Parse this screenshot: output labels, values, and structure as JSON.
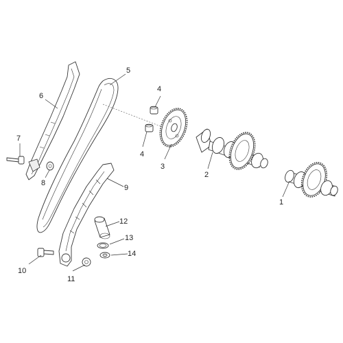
{
  "diagram": {
    "callouts": [
      {
        "id": "c1",
        "label": "1",
        "part": "camshaft-exhaust"
      },
      {
        "id": "c2",
        "label": "2",
        "part": "camshaft-intake"
      },
      {
        "id": "c3",
        "label": "3",
        "part": "sprocket"
      },
      {
        "id": "c4a",
        "label": "4",
        "part": "sprocket-bolt"
      },
      {
        "id": "c4b",
        "label": "4",
        "part": "sprocket-bolt"
      },
      {
        "id": "c5",
        "label": "5",
        "part": "timing-chain"
      },
      {
        "id": "c6",
        "label": "6",
        "part": "fixed-chain-guide"
      },
      {
        "id": "c7",
        "label": "7",
        "part": "guide-bolt"
      },
      {
        "id": "c8",
        "label": "8",
        "part": "washer"
      },
      {
        "id": "c9",
        "label": "9",
        "part": "chain-tensioner-slider"
      },
      {
        "id": "c10",
        "label": "10",
        "part": "pivot-bolt"
      },
      {
        "id": "c11",
        "label": "11",
        "part": "washer"
      },
      {
        "id": "c12",
        "label": "12",
        "part": "tensioner-plunger"
      },
      {
        "id": "c13",
        "label": "13",
        "part": "o-ring"
      },
      {
        "id": "c14",
        "label": "14",
        "part": "sealing-washer"
      }
    ]
  }
}
